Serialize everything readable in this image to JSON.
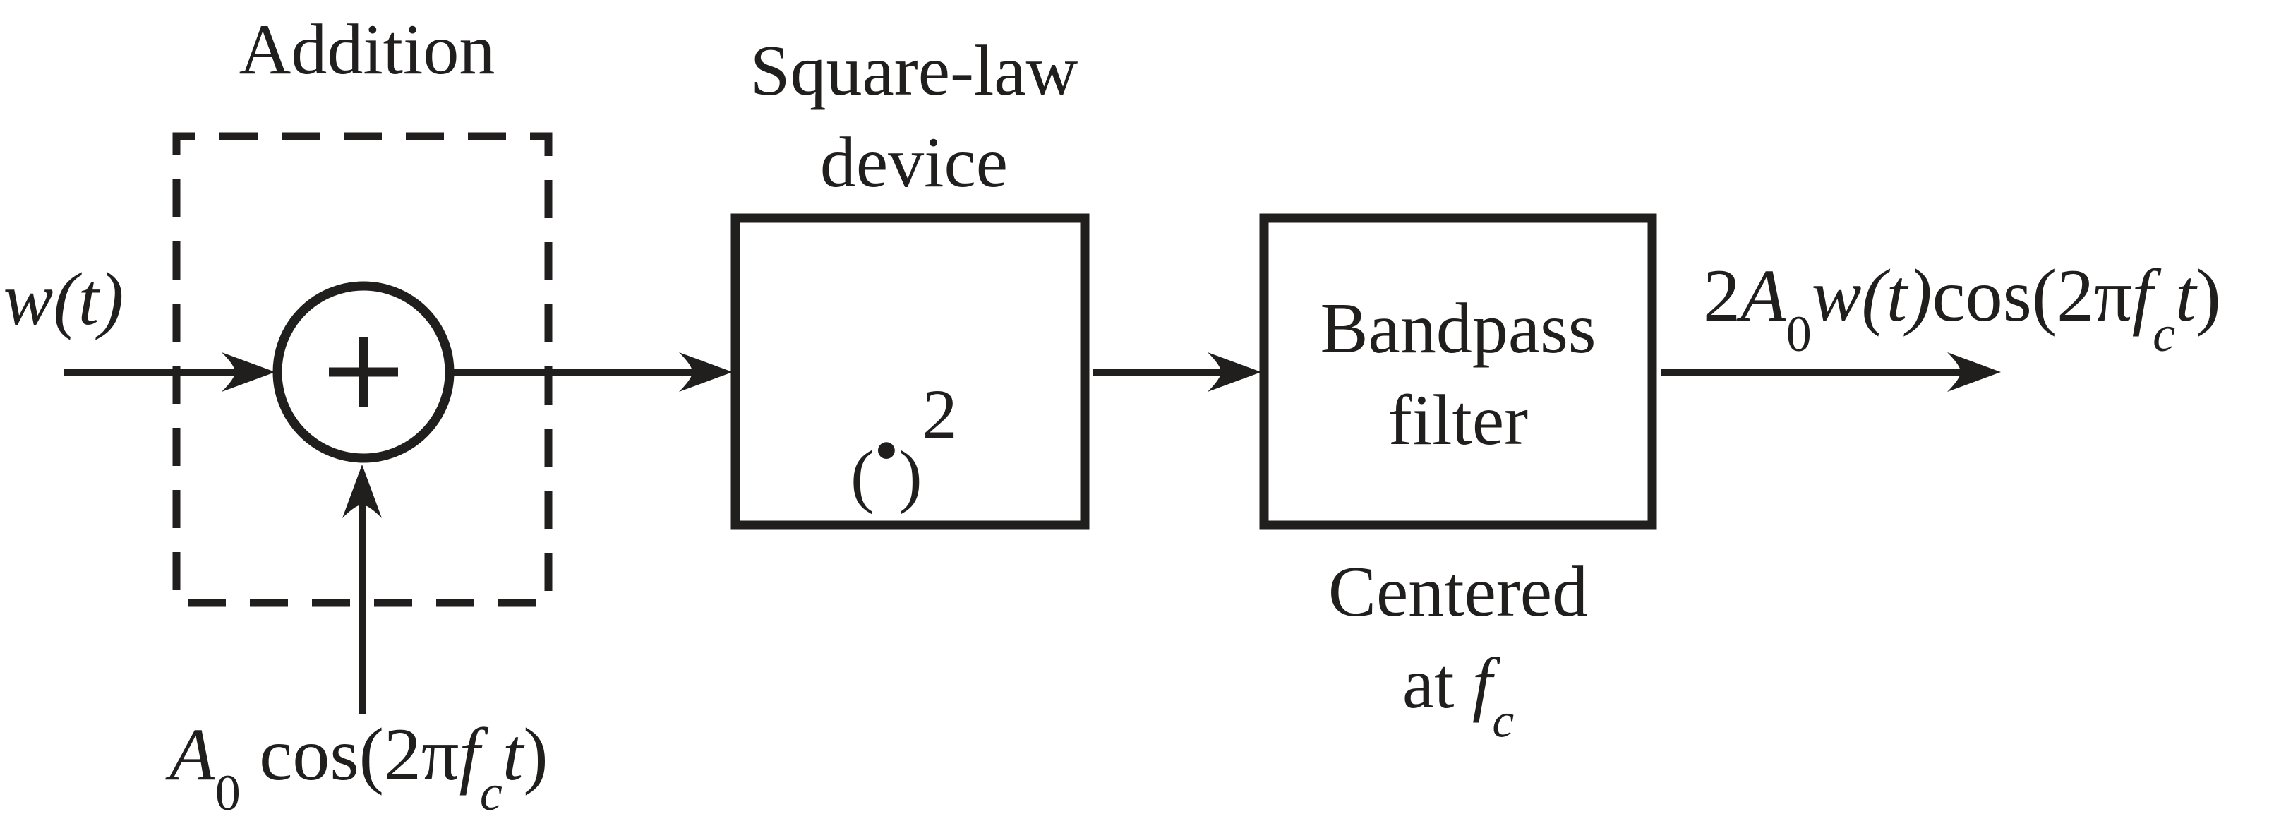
{
  "theme": {
    "background": "#ffffff",
    "ink": "#211e1e"
  },
  "figure": {
    "type": "block-diagram",
    "caption_addition": "Addition",
    "square_law_box": {
      "line1": "Square-law",
      "line2": "device"
    },
    "bandpass_box": {
      "line1": "Bandpass",
      "line2": "filter"
    },
    "bandpass_caption": {
      "line1": "Centered",
      "line2_parts": [
        {
          "t": "at ",
          "c": "up"
        },
        {
          "t": "f",
          "c": "it"
        },
        {
          "t": "c",
          "c": "sub it"
        }
      ]
    },
    "square_symbol_parts": [
      {
        "t": "(",
        "c": "up"
      },
      {
        "t": "•",
        "c": "dot"
      },
      {
        "t": ")",
        "c": "up"
      },
      {
        "t": "2",
        "c": "sup"
      }
    ],
    "input_label_parts": [
      {
        "t": "w(t)",
        "c": "it"
      }
    ],
    "carrier_label_parts": [
      {
        "t": "A",
        "c": "it"
      },
      {
        "t": "0",
        "c": "sub"
      },
      {
        "t": " cos(2",
        "c": "up"
      },
      {
        "t": "π",
        "c": "up"
      },
      {
        "t": "f",
        "c": "it"
      },
      {
        "t": "c",
        "c": "sub it"
      },
      {
        "t": "t",
        "c": "it"
      },
      {
        "t": ")",
        "c": "up"
      }
    ],
    "output_label_parts": [
      {
        "t": "2",
        "c": "up"
      },
      {
        "t": "A",
        "c": "it"
      },
      {
        "t": "0",
        "c": "sub"
      },
      {
        "t": "w(t)",
        "c": "it"
      },
      {
        "t": "cos(2",
        "c": "up"
      },
      {
        "t": "π",
        "c": "up"
      },
      {
        "t": "f",
        "c": "it"
      },
      {
        "t": "c",
        "c": "sub it"
      },
      {
        "t": "t",
        "c": "it"
      },
      {
        "t": ")",
        "c": "up"
      }
    ],
    "icons": {
      "summing_junction": "plus-icon",
      "arrowheads": "arrowhead-icon"
    }
  }
}
